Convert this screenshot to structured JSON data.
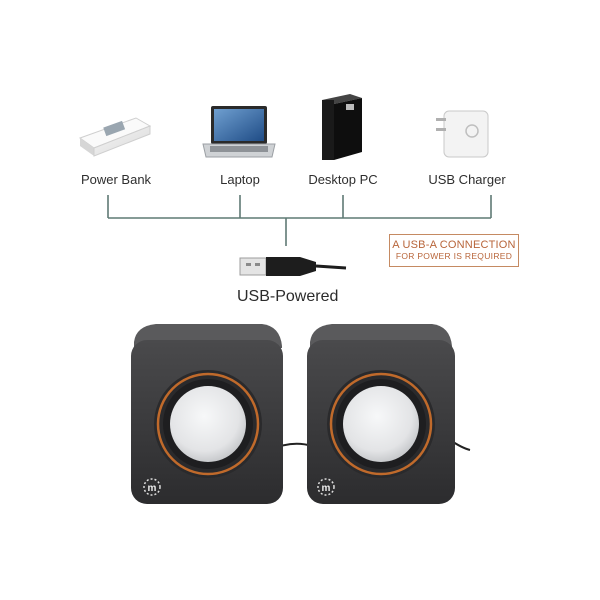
{
  "devices": [
    {
      "label": "Power Bank",
      "icon": "power-bank-icon"
    },
    {
      "label": "Laptop",
      "icon": "laptop-icon"
    },
    {
      "label": "Desktop PC",
      "icon": "desktop-pc-icon"
    },
    {
      "label": "USB Charger",
      "icon": "usb-charger-icon"
    }
  ],
  "notice": {
    "line1": "A USB-A CONNECTION",
    "line2": "FOR POWER IS REQUIRED"
  },
  "usb_label": "USB-Powered",
  "speakers": {
    "count": 2,
    "logo": "m",
    "colors": {
      "body": "#3a3a3c",
      "ring": "#c06a2b",
      "cone": "#e8e9ea"
    }
  },
  "colors": {
    "line": "#5f7a74",
    "notice_text": "#b8653a"
  }
}
